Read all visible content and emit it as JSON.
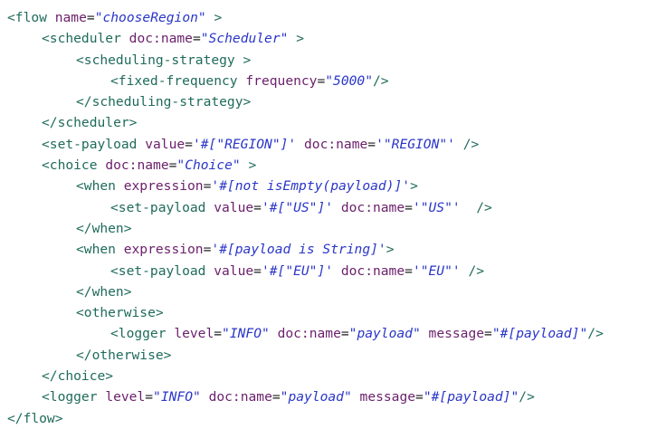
{
  "editor": {
    "lines": [
      {
        "indent": 0,
        "parts": [
          {
            "t": "tag",
            "v": "<flow"
          },
          {
            "t": "sp",
            "v": " "
          },
          {
            "t": "attr",
            "v": "name"
          },
          {
            "t": "eq",
            "v": "="
          },
          {
            "t": "val",
            "v": "\"chooseRegion\""
          },
          {
            "t": "sp",
            "v": " "
          },
          {
            "t": "punc",
            "v": ">"
          }
        ]
      },
      {
        "indent": 1,
        "parts": [
          {
            "t": "tag",
            "v": "<scheduler"
          },
          {
            "t": "sp",
            "v": " "
          },
          {
            "t": "attr",
            "v": "doc:name"
          },
          {
            "t": "eq",
            "v": "="
          },
          {
            "t": "val",
            "v": "\"Scheduler\""
          },
          {
            "t": "sp",
            "v": " "
          },
          {
            "t": "punc",
            "v": ">"
          }
        ]
      },
      {
        "indent": 2,
        "parts": [
          {
            "t": "tag",
            "v": "<scheduling-strategy"
          },
          {
            "t": "sp",
            "v": " "
          },
          {
            "t": "punc",
            "v": ">"
          }
        ]
      },
      {
        "indent": 3,
        "parts": [
          {
            "t": "tag",
            "v": "<fixed-frequency"
          },
          {
            "t": "sp",
            "v": " "
          },
          {
            "t": "attr",
            "v": "frequency"
          },
          {
            "t": "eq",
            "v": "="
          },
          {
            "t": "val",
            "v": "\"5000\""
          },
          {
            "t": "punc",
            "v": "/>"
          }
        ]
      },
      {
        "indent": 2,
        "parts": [
          {
            "t": "tag",
            "v": "</scheduling-strategy>"
          }
        ]
      },
      {
        "indent": 1,
        "parts": [
          {
            "t": "tag",
            "v": "</scheduler>"
          }
        ]
      },
      {
        "indent": 1,
        "parts": [
          {
            "t": "tag",
            "v": "<set-payload"
          },
          {
            "t": "sp",
            "v": " "
          },
          {
            "t": "attr",
            "v": "value"
          },
          {
            "t": "eq",
            "v": "="
          },
          {
            "t": "val",
            "v": "'#[\"REGION\"]'"
          },
          {
            "t": "sp",
            "v": " "
          },
          {
            "t": "attr",
            "v": "doc:name"
          },
          {
            "t": "eq",
            "v": "="
          },
          {
            "t": "val",
            "v": "'\"REGION\"'"
          },
          {
            "t": "sp",
            "v": " "
          },
          {
            "t": "punc",
            "v": "/>"
          }
        ]
      },
      {
        "indent": 1,
        "parts": [
          {
            "t": "tag",
            "v": "<choice"
          },
          {
            "t": "sp",
            "v": " "
          },
          {
            "t": "attr",
            "v": "doc:name"
          },
          {
            "t": "eq",
            "v": "="
          },
          {
            "t": "val",
            "v": "\"Choice\""
          },
          {
            "t": "sp",
            "v": " "
          },
          {
            "t": "punc",
            "v": ">"
          }
        ]
      },
      {
        "indent": 2,
        "parts": [
          {
            "t": "tag",
            "v": "<when"
          },
          {
            "t": "sp",
            "v": " "
          },
          {
            "t": "attr",
            "v": "expression"
          },
          {
            "t": "eq",
            "v": "="
          },
          {
            "t": "val",
            "v": "'#[not isEmpty(payload)]'"
          },
          {
            "t": "punc",
            "v": ">"
          }
        ]
      },
      {
        "indent": 3,
        "parts": [
          {
            "t": "tag",
            "v": "<set-payload"
          },
          {
            "t": "sp",
            "v": " "
          },
          {
            "t": "attr",
            "v": "value"
          },
          {
            "t": "eq",
            "v": "="
          },
          {
            "t": "val",
            "v": "'#[\"US\"]'"
          },
          {
            "t": "sp",
            "v": " "
          },
          {
            "t": "attr",
            "v": "doc:name"
          },
          {
            "t": "eq",
            "v": "="
          },
          {
            "t": "val",
            "v": "'\"US\"'"
          },
          {
            "t": "sp",
            "v": "  "
          },
          {
            "t": "punc",
            "v": "/>"
          }
        ]
      },
      {
        "indent": 2,
        "parts": [
          {
            "t": "tag",
            "v": "</when>"
          }
        ]
      },
      {
        "indent": 2,
        "parts": [
          {
            "t": "tag",
            "v": "<when"
          },
          {
            "t": "sp",
            "v": " "
          },
          {
            "t": "attr",
            "v": "expression"
          },
          {
            "t": "eq",
            "v": "="
          },
          {
            "t": "val",
            "v": "'#[payload is String]'"
          },
          {
            "t": "punc",
            "v": ">"
          }
        ]
      },
      {
        "indent": 3,
        "parts": [
          {
            "t": "tag",
            "v": "<set-payload"
          },
          {
            "t": "sp",
            "v": " "
          },
          {
            "t": "attr",
            "v": "value"
          },
          {
            "t": "eq",
            "v": "="
          },
          {
            "t": "val",
            "v": "'#[\"EU\"]'"
          },
          {
            "t": "sp",
            "v": " "
          },
          {
            "t": "attr",
            "v": "doc:name"
          },
          {
            "t": "eq",
            "v": "="
          },
          {
            "t": "val",
            "v": "'\"EU\"'"
          },
          {
            "t": "sp",
            "v": " "
          },
          {
            "t": "punc",
            "v": "/>"
          }
        ]
      },
      {
        "indent": 2,
        "parts": [
          {
            "t": "tag",
            "v": "</when>"
          }
        ]
      },
      {
        "indent": 2,
        "parts": [
          {
            "t": "tag",
            "v": "<otherwise>"
          }
        ]
      },
      {
        "indent": 3,
        "parts": [
          {
            "t": "tag",
            "v": "<logger"
          },
          {
            "t": "sp",
            "v": " "
          },
          {
            "t": "attr",
            "v": "level"
          },
          {
            "t": "eq",
            "v": "="
          },
          {
            "t": "val",
            "v": "\"INFO\""
          },
          {
            "t": "sp",
            "v": " "
          },
          {
            "t": "attr",
            "v": "doc:name"
          },
          {
            "t": "eq",
            "v": "="
          },
          {
            "t": "val",
            "v": "\"payload\""
          },
          {
            "t": "sp",
            "v": " "
          },
          {
            "t": "attr",
            "v": "message"
          },
          {
            "t": "eq",
            "v": "="
          },
          {
            "t": "val",
            "v": "\"#[payload]\""
          },
          {
            "t": "punc",
            "v": "/>"
          }
        ]
      },
      {
        "indent": 2,
        "parts": [
          {
            "t": "tag",
            "v": "</otherwise>"
          }
        ]
      },
      {
        "indent": 1,
        "parts": [
          {
            "t": "tag",
            "v": "</choice>"
          }
        ]
      },
      {
        "indent": 1,
        "parts": [
          {
            "t": "tag",
            "v": "<logger"
          },
          {
            "t": "sp",
            "v": " "
          },
          {
            "t": "attr",
            "v": "level"
          },
          {
            "t": "eq",
            "v": "="
          },
          {
            "t": "val",
            "v": "\"INFO\""
          },
          {
            "t": "sp",
            "v": " "
          },
          {
            "t": "attr",
            "v": "doc:name"
          },
          {
            "t": "eq",
            "v": "="
          },
          {
            "t": "val",
            "v": "\"payload\""
          },
          {
            "t": "sp",
            "v": " "
          },
          {
            "t": "attr",
            "v": "message"
          },
          {
            "t": "eq",
            "v": "="
          },
          {
            "t": "val",
            "v": "\"#[payload]\""
          },
          {
            "t": "punc",
            "v": "/>"
          }
        ]
      },
      {
        "indent": 0,
        "parts": [
          {
            "t": "tag",
            "v": "</flow>"
          }
        ]
      }
    ]
  }
}
